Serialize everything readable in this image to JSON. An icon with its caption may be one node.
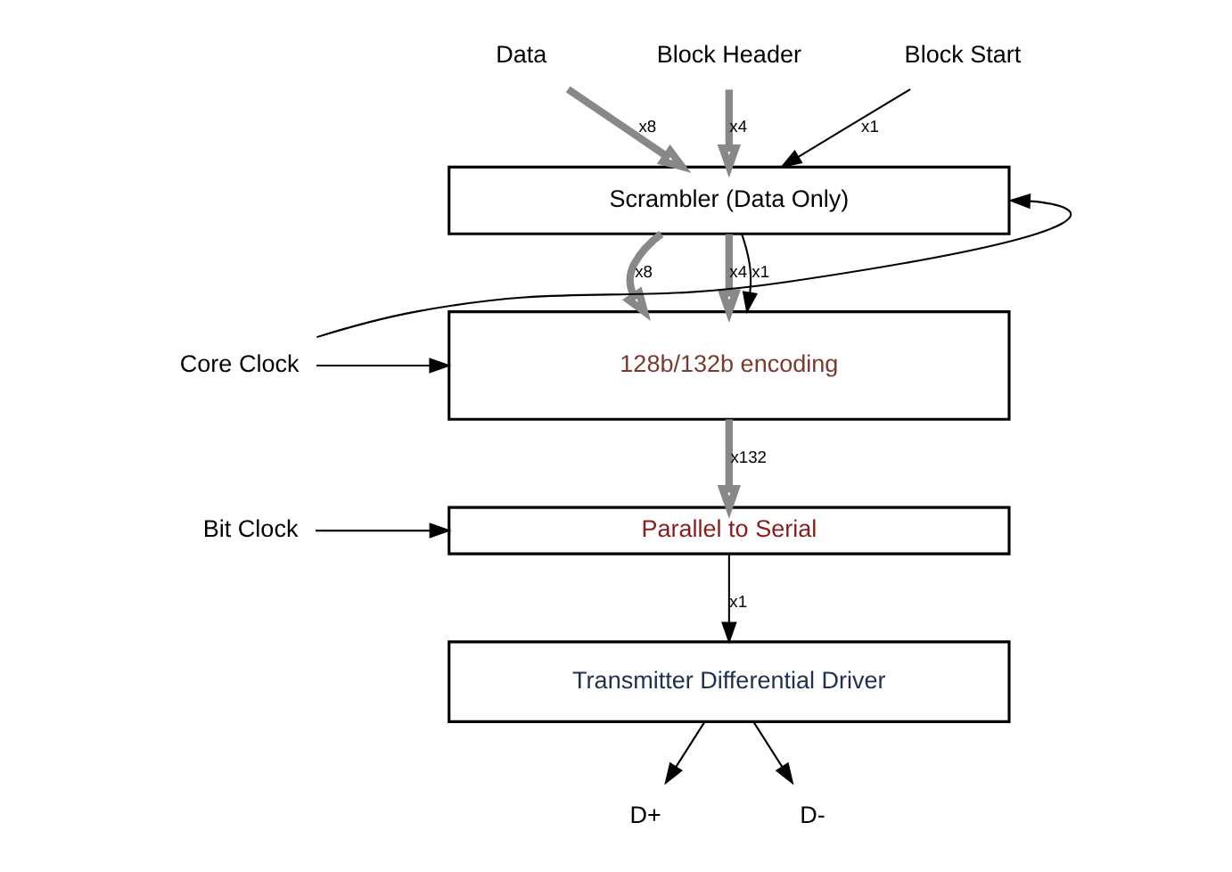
{
  "diagram": {
    "nodes": [
      {
        "text": [
          "Data"
        ]
      },
      {
        "text": [
          "Block Header"
        ]
      },
      {
        "text": [
          "Block Start"
        ]
      },
      {
        "text": [
          "Scrambler (Data Only)"
        ]
      },
      {
        "text": [
          "128b/132b encoding"
        ]
      },
      {
        "text": [
          "Parallel to Serial"
        ]
      },
      {
        "text": [
          "Transmitter Differential Driver"
        ]
      },
      {
        "text": [
          "Core Clock"
        ]
      },
      {
        "text": [
          "Bit Clock"
        ]
      },
      {
        "text": [
          "D+"
        ]
      },
      {
        "text": [
          "D-"
        ]
      }
    ],
    "edges": [
      {
        "from": 0,
        "to": 3,
        "arrow": "to",
        "label": "x8",
        "style": "thick",
        "color": "#888888"
      },
      {
        "from": 1,
        "to": 3,
        "arrow": "to",
        "label": "x4",
        "style": "thick",
        "color": "#888888"
      },
      {
        "from": 2,
        "to": 3,
        "arrow": "to",
        "label": "x1"
      },
      {
        "from": 3,
        "to": 4,
        "arrow": "to",
        "label": "x8",
        "style": "thick",
        "color": "#888888"
      },
      {
        "from": 3,
        "to": 4,
        "arrow": "to",
        "label": "x4",
        "style": "thick",
        "color": "#888888"
      },
      {
        "from": 3,
        "to": 4,
        "arrow": "to",
        "label": "x1"
      },
      {
        "from": 4,
        "to": 5,
        "arrow": "to",
        "label": "x132",
        "style": "thick",
        "color": "#888888"
      },
      {
        "from": 5,
        "to": 6,
        "arrow": "to",
        "label": "x1"
      },
      {
        "from": 7,
        "to": 3,
        "arrow": "to"
      },
      {
        "from": 7,
        "to": 4,
        "arrow": "to"
      },
      {
        "from": 8,
        "to": 5,
        "arrow": "to"
      },
      {
        "from": 6,
        "to": 9,
        "arrow": "to"
      },
      {
        "from": 6,
        "to": 10,
        "arrow": "to"
      }
    ]
  }
}
